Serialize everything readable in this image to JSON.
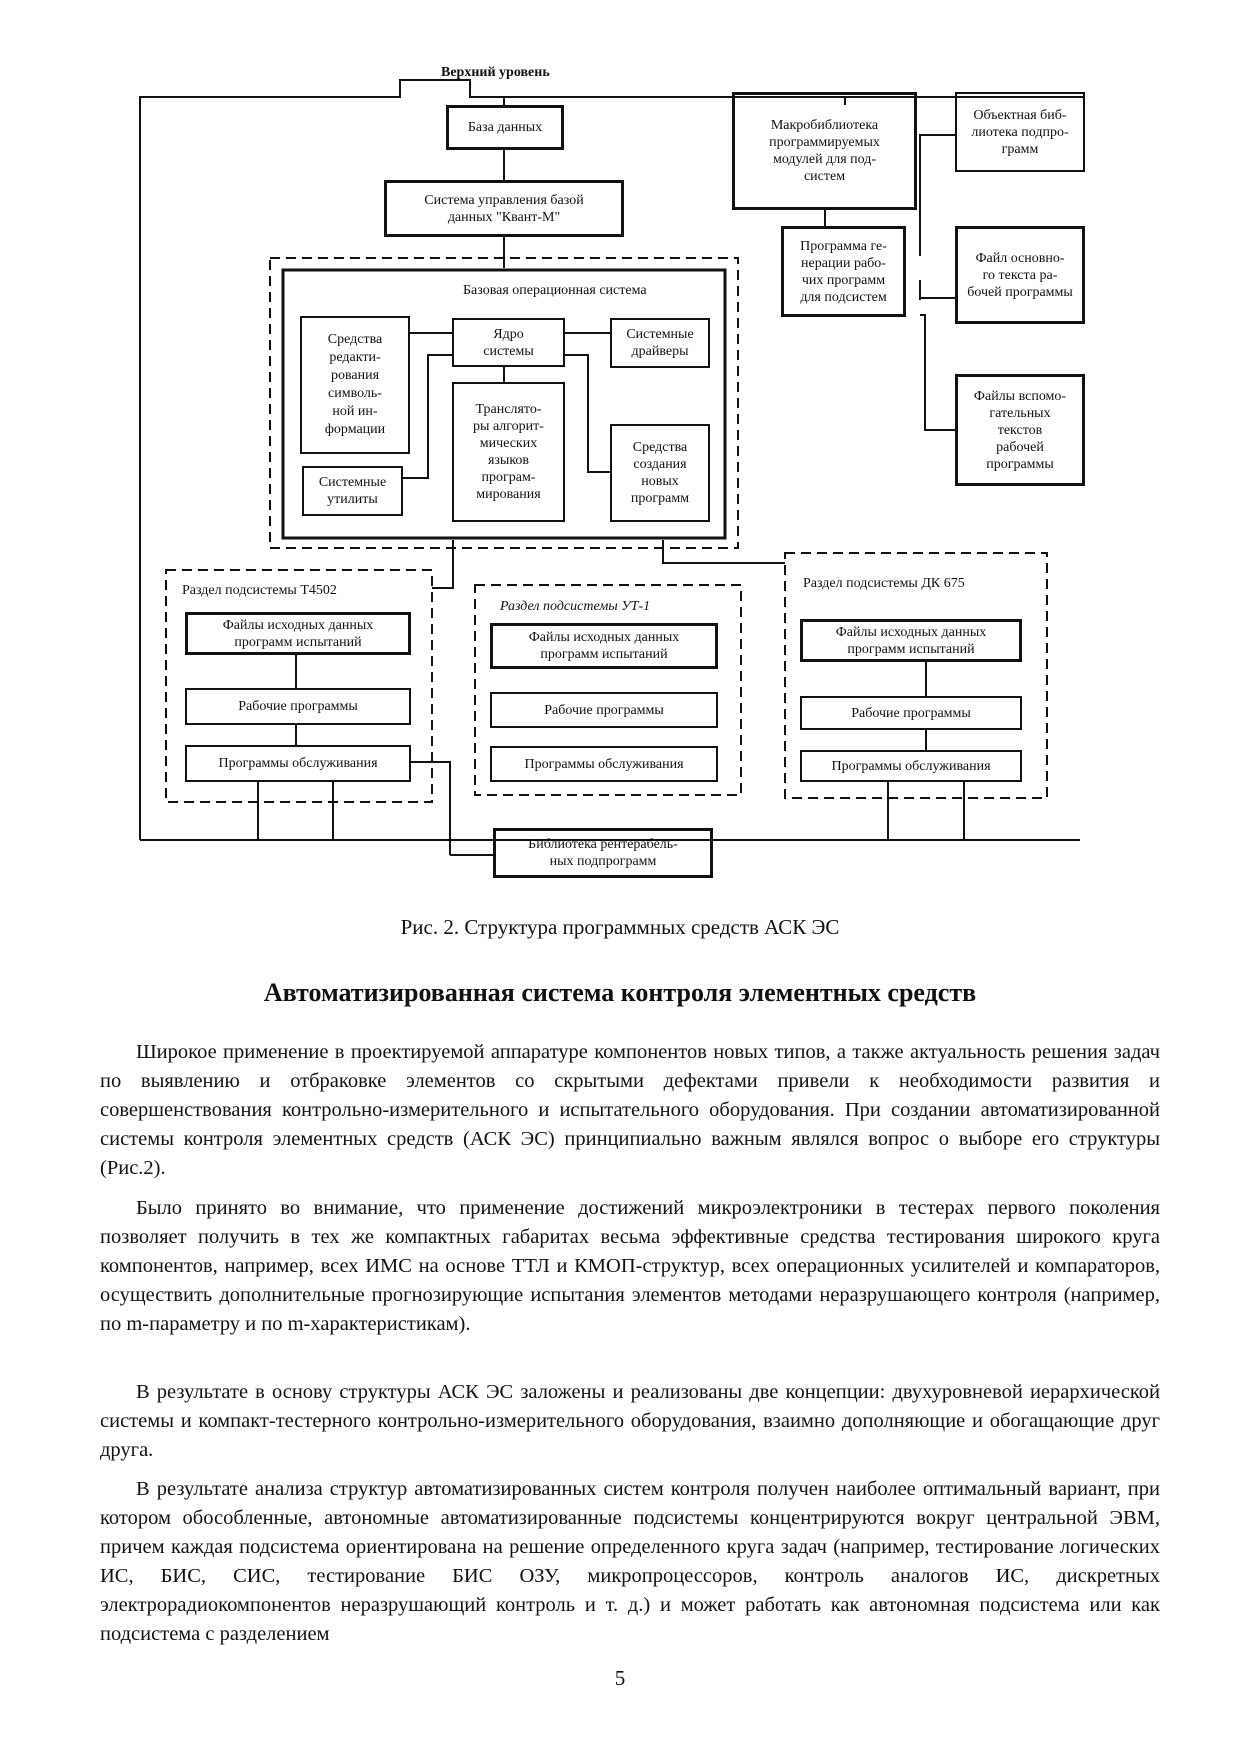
{
  "diagram": {
    "top_level": "Верхний уровень",
    "database": "База данных",
    "dbms": "Система управления базой\nданных \"Квант-М\"",
    "base_os": "Базовая операционная система",
    "editing": "Средства\nредакти-\nрования\nсимволь-\nной ин-\nформации",
    "kernel": "Ядро\nсистемы",
    "drivers": "Системные\nдрайверы",
    "translators": "Транслято-\nры алгорит-\nмических\nязыков\nпрограм-\nмирования",
    "new_programs": "Средства\nсоздания\nновых\nпрограмм",
    "utilities": "Системные\nутилиты",
    "macrolib": "Макробиблиотека\nпрограммируемых\nмодулей для под-\nсистем",
    "generator": "Программа ге-\nнерации рабо-\nчих программ\nдля подсистем",
    "objlib": "Объектная биб-\nлиотека подпро-\nграмм",
    "source_file": "Файл основно-\nго текста ра-\nбочей программы",
    "aux_files": "Файлы вспомо-\nгательных\nтекстов\nрабочей\nпрограммы",
    "subsystems": [
      {
        "title": "Раздел подсистемы Т4502",
        "source": "Файлы исходных данных\nпрограмм испытаний",
        "work": "Рабочие программы",
        "service": "Программы обслуживания"
      },
      {
        "title": "Раздел подсистемы УТ-1",
        "source": "Файлы исходных данных\nпрограмм испытаний",
        "work": "Рабочие программы",
        "service": "Программы обслуживания"
      },
      {
        "title": "Раздел подсистемы ДК 675",
        "source": "Файлы исходных данных\nпрограмм испытаний",
        "work": "Рабочие программы",
        "service": "Программы обслуживания"
      }
    ],
    "reentrant": "Библиотека рентерабель-\nных подпрограмм"
  },
  "caption": "Рис. 2. Структура программных средств АСК ЭС",
  "heading": "Автоматизированная система контроля элементных средств",
  "paragraphs": [
    "Широкое применение в проектируемой аппаратуре компонентов новых типов, а также актуальность решения задач по выявлению и отбраковке элементов со скрытыми дефектами привели к необходимости развития и совершенствования контрольно-измерительного и испытательного оборудования. При создании автоматизированной системы контроля элементных средств (АСК ЭС) принципиально важным являлся вопрос о выборе его структуры (Рис.2).",
    "Было принято во внимание, что применение достижений микроэлектроники в тестерах первого поколения позволяет получить в тех же компактных габаритах весьма эффективные средства тестирования широкого круга компонентов, например, всех ИМС на основе ТТЛ и КМОП-структур, всех операционных усилителей и компараторов, осуществить дополнительные прогнозирующие испытания элементов методами неразрушающего контроля (например, по m-параметру и по m-характеристикам).",
    "В результате в основу структуры АСК ЭС заложены и реализованы две концепции: двухуровневой иерархической системы и компакт-тестерного контрольно-измерительного оборудования, взаимно дополняющие и обогащающие друг друга.",
    "В результате анализа структур автоматизированных систем контроля получен наиболее оптимальный вариант, при котором обособленные, автономные автоматизированные подсистемы концентрируются вокруг центральной ЭВМ, причем каждая подсистема ориентирована на решение определенного круга задач (например, тестирование логических ИС, БИС, СИС, тестирование БИС ОЗУ, микропроцессоров, контроль аналогов ИС, дискретных электрорадиокомпонентов неразрушающий контроль и т. д.) и может работать как автономная подсистема или как подсистема с разделением"
  ],
  "page_number": "5"
}
